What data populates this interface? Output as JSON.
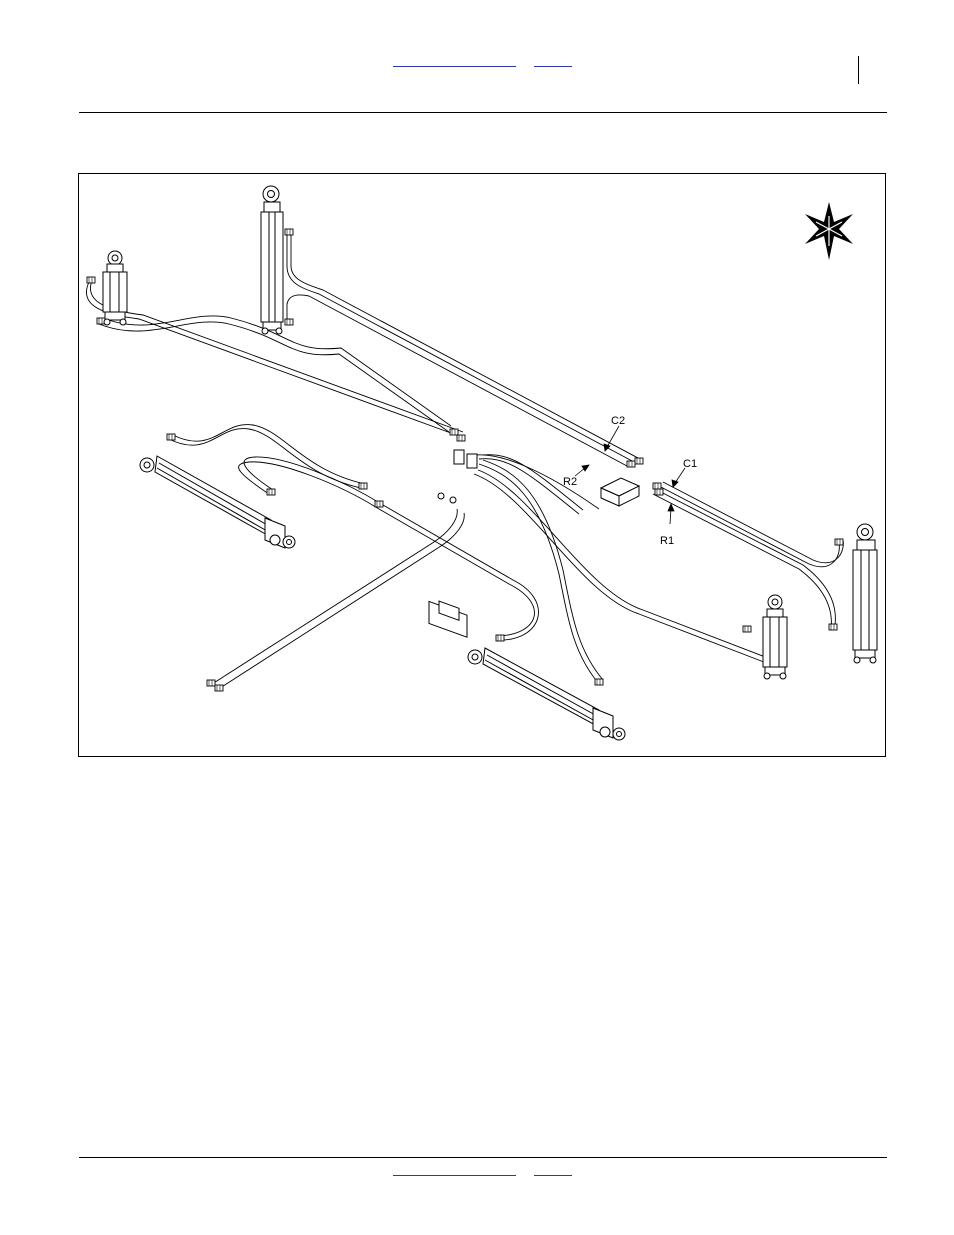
{
  "header": {
    "link_primary": "",
    "link_secondary": ""
  },
  "figure": {
    "callouts": {
      "c2": "C2",
      "r2": "R2",
      "c1": "C1",
      "r1": "R1"
    },
    "compass_icon": "isometric-star-icon"
  },
  "footer": {
    "link_primary": "",
    "link_secondary": ""
  }
}
